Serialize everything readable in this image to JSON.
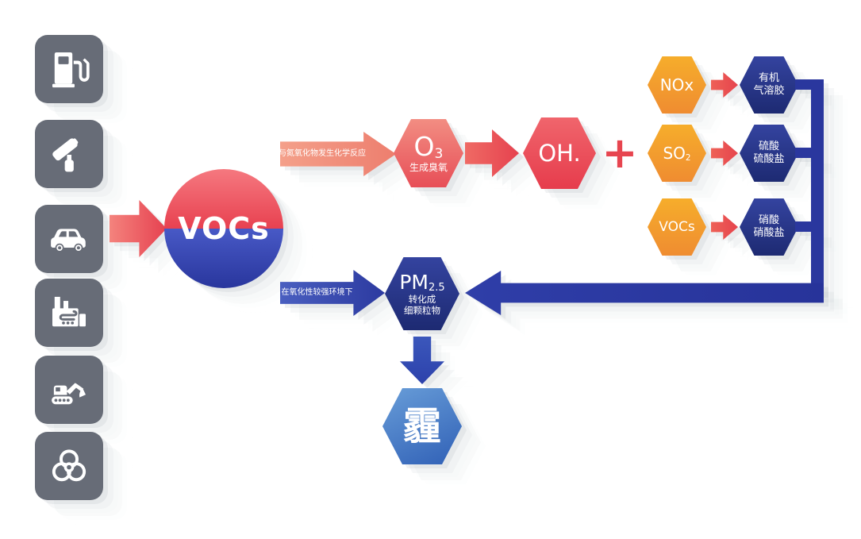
{
  "source_icons": [
    {
      "name": "fuel-pump-icon"
    },
    {
      "name": "paint-roller-icon"
    },
    {
      "name": "car-icon"
    },
    {
      "name": "factory-icon"
    },
    {
      "name": "excavator-icon"
    },
    {
      "name": "biohazard-icon"
    }
  ],
  "vocs_source": {
    "label": "VOCs"
  },
  "top_path": {
    "arrow_label": "与氮氧化物发生化学反应",
    "o3_main": "O",
    "o3_sub": "3",
    "o3_caption": "生成臭氧",
    "oh_label": "OH.",
    "plus": "+"
  },
  "precursor_rows": [
    {
      "source_main": "NOx",
      "source_sub": "",
      "product_line1": "有机",
      "product_line2": "气溶胶"
    },
    {
      "source_main": "SO",
      "source_sub": "2",
      "product_line1": "硫酸",
      "product_line2": "硫酸盐"
    },
    {
      "source_main": "VOCs",
      "source_sub": "",
      "product_line1": "硝酸",
      "product_line2": "硝酸盐"
    }
  ],
  "bottom_path": {
    "arrow_label": "在氧化性较强环境下",
    "pm_main": "PM",
    "pm_sub": "2.5",
    "pm_caption_line1": "转化成",
    "pm_caption_line2": "细颗粒物",
    "haze_label": "霾"
  },
  "colors": {
    "icon_gray": "#676c77",
    "red": "#e6404e",
    "salmon": "#ef8a78",
    "orange": "#f2992e",
    "navy": "#2a379e",
    "haze_blue": "#3f74c4"
  }
}
